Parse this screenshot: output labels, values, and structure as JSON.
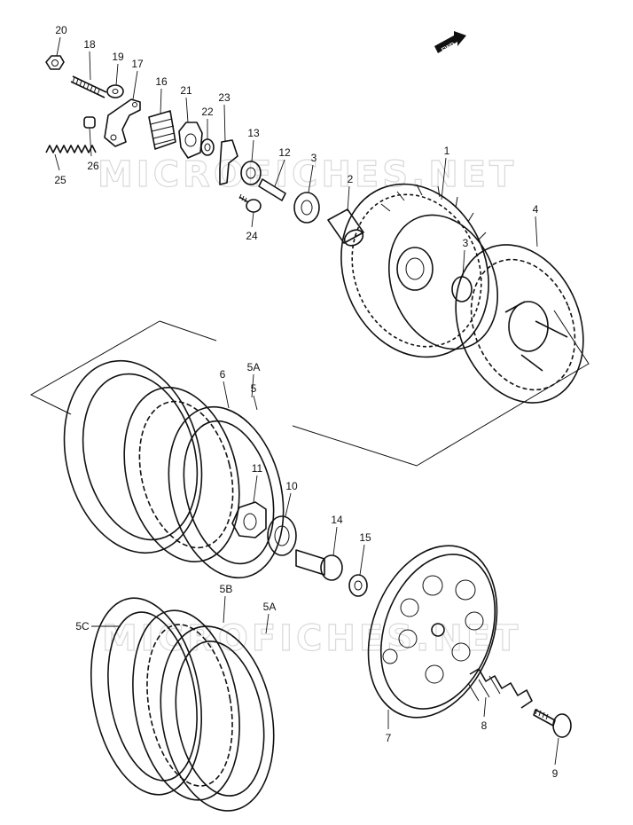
{
  "watermark": "MICROFICHES.NET",
  "direction_badge": "FWD",
  "callouts": {
    "p20": "20",
    "p18": "18",
    "p19": "19",
    "p17": "17",
    "p16": "16",
    "p21": "21",
    "p23": "23",
    "p22": "22",
    "p13": "13",
    "p26": "26",
    "p25": "25",
    "p12": "12",
    "p3a": "3",
    "p2": "2",
    "p1": "1",
    "p24": "24",
    "p3b": "3",
    "p4": "4",
    "p5a_top": "5A",
    "p6": "6",
    "p5": "5",
    "p11": "11",
    "p10": "10",
    "p14": "14",
    "p15": "15",
    "p5b": "5B",
    "p5c": "5C",
    "p5a_bot": "5A",
    "p7": "7",
    "p8": "8",
    "p9": "9"
  }
}
